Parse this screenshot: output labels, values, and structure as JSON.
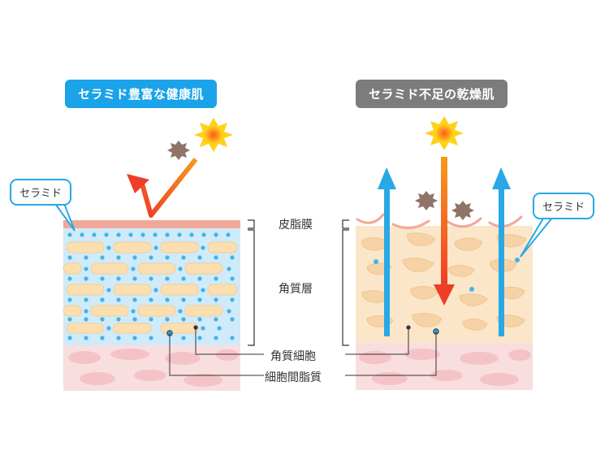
{
  "panels": {
    "healthy": {
      "title": "セラミド豊富な健康肌",
      "title_color": "#1aa3e8",
      "callout": "セラミド"
    },
    "dry": {
      "title": "セラミド不足の乾燥肌",
      "title_color": "#7c7c7c",
      "callout": "セラミド"
    }
  },
  "layer_labels": {
    "sebum_film": "皮脂膜",
    "stratum_corneum": "角質層",
    "corneocyte": "角質細胞",
    "intercellular_lipid": "細胞間脂質"
  },
  "colors": {
    "healthy_fill": "#cfeaf9",
    "dry_fill": "#fbe6c9",
    "dermis": "#f8dede",
    "sebum": "#f2a898",
    "cell": "#fcdfb0",
    "ceramide_dot": "#42b4e8",
    "incoming_arrow": "#f26a1b",
    "escaping_arrow": "#29a8e6",
    "sun": "#f6c300"
  }
}
